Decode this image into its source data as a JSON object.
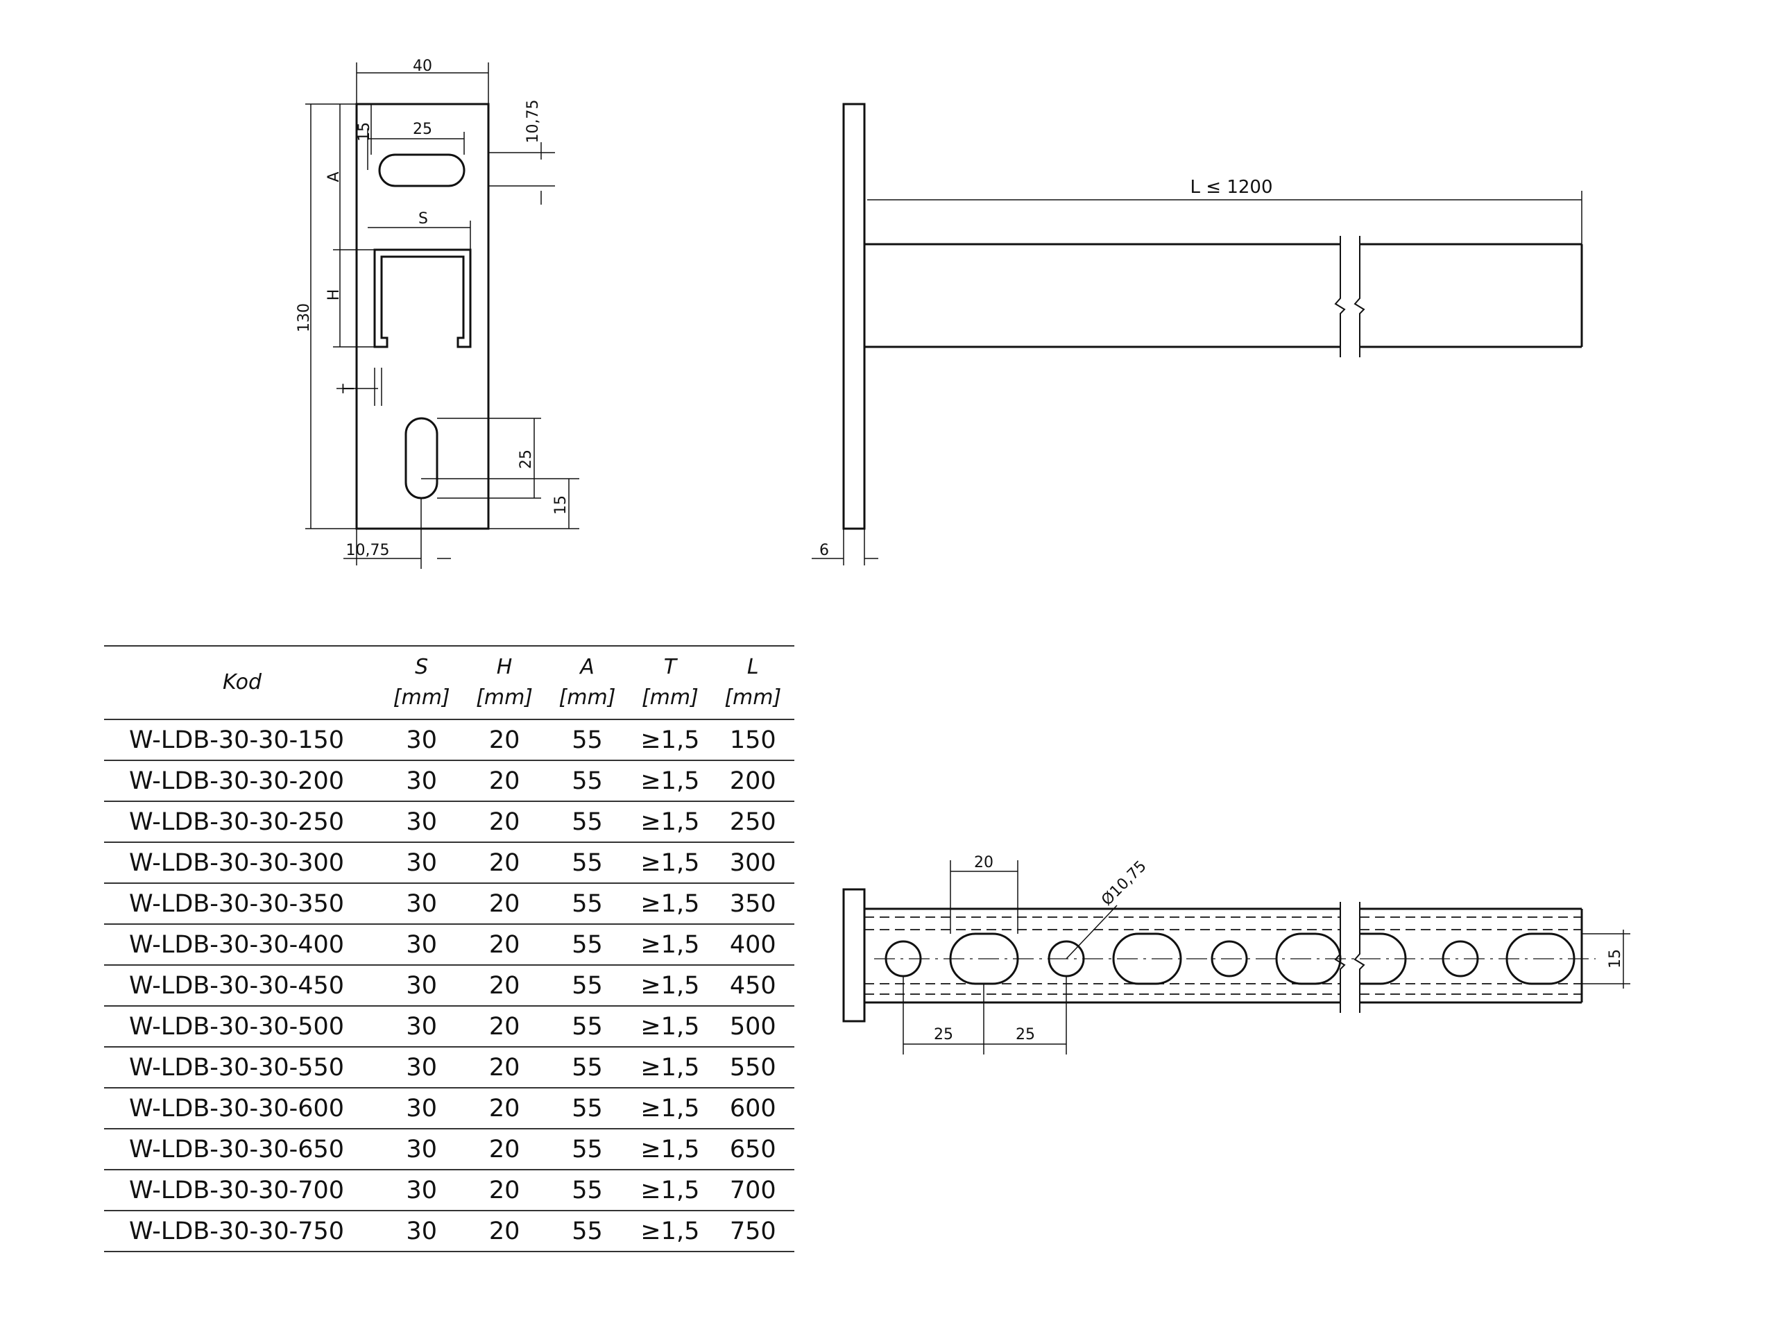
{
  "front_view": {
    "width_label": "40",
    "slot_width_label": "25",
    "top_edge_label": "10,75",
    "top_offset_label": "15",
    "a_label": "A",
    "s_label": "S",
    "h_label": "H",
    "height_label": "130",
    "t_label": "T",
    "lower_slot_label": "25",
    "lower_offset_label": "15",
    "left_edge_label": "10,75"
  },
  "side_view": {
    "length_label": "L ≤ 1200",
    "thickness_label": "6"
  },
  "top_view": {
    "slot_length_label": "20",
    "hole_diameter_label": "Ø10,75",
    "pitch_label_1": "25",
    "pitch_label_2": "25",
    "width_label": "15"
  },
  "table": {
    "headers": [
      {
        "name": "Kod",
        "unit": ""
      },
      {
        "name": "S",
        "unit": "[mm]"
      },
      {
        "name": "H",
        "unit": "[mm]"
      },
      {
        "name": "A",
        "unit": "[mm]"
      },
      {
        "name": "T",
        "unit": "[mm]"
      },
      {
        "name": "L",
        "unit": "[mm]"
      }
    ],
    "rows": [
      [
        "W-LDB-30-30-150",
        "30",
        "20",
        "55",
        "≥1,5",
        "150"
      ],
      [
        "W-LDB-30-30-200",
        "30",
        "20",
        "55",
        "≥1,5",
        "200"
      ],
      [
        "W-LDB-30-30-250",
        "30",
        "20",
        "55",
        "≥1,5",
        "250"
      ],
      [
        "W-LDB-30-30-300",
        "30",
        "20",
        "55",
        "≥1,5",
        "300"
      ],
      [
        "W-LDB-30-30-350",
        "30",
        "20",
        "55",
        "≥1,5",
        "350"
      ],
      [
        "W-LDB-30-30-400",
        "30",
        "20",
        "55",
        "≥1,5",
        "400"
      ],
      [
        "W-LDB-30-30-450",
        "30",
        "20",
        "55",
        "≥1,5",
        "450"
      ],
      [
        "W-LDB-30-30-500",
        "30",
        "20",
        "55",
        "≥1,5",
        "500"
      ],
      [
        "W-LDB-30-30-550",
        "30",
        "20",
        "55",
        "≥1,5",
        "550"
      ],
      [
        "W-LDB-30-30-600",
        "30",
        "20",
        "55",
        "≥1,5",
        "600"
      ],
      [
        "W-LDB-30-30-650",
        "30",
        "20",
        "55",
        "≥1,5",
        "650"
      ],
      [
        "W-LDB-30-30-700",
        "30",
        "20",
        "55",
        "≥1,5",
        "700"
      ],
      [
        "W-LDB-30-30-750",
        "30",
        "20",
        "55",
        "≥1,5",
        "750"
      ]
    ]
  }
}
